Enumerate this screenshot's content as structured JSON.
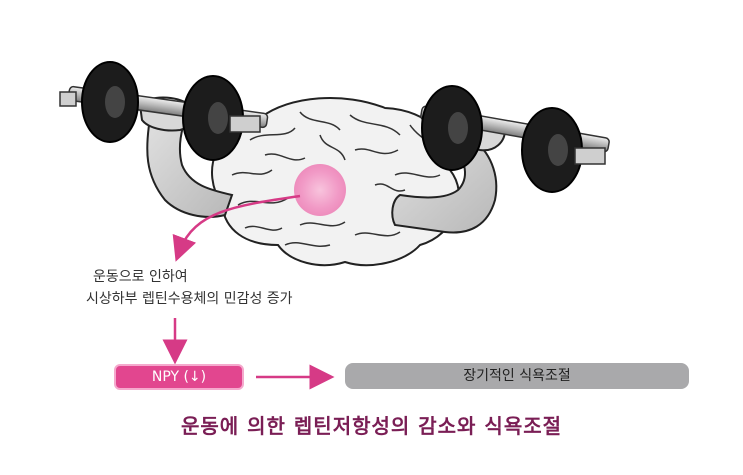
{
  "caption": {
    "line1": "운동으로 인하여",
    "line2": "시상하부 렙틴수용체의 민감성 증가"
  },
  "npy_label": "NPY (↓)",
  "longterm_label": "장기적인 식욕조절",
  "title": "운동에 의한 렙틴저항성의 감소와 식욕조절",
  "colors": {
    "accent_pink": "#e2468f",
    "hypothalamus_pink": "#f19ac6",
    "gray_bar": "#a9a9ab",
    "title": "#7a1e55"
  },
  "icons": [
    "dumbbell-icon",
    "brain-icon",
    "arm-icon",
    "arrow-icon"
  ]
}
